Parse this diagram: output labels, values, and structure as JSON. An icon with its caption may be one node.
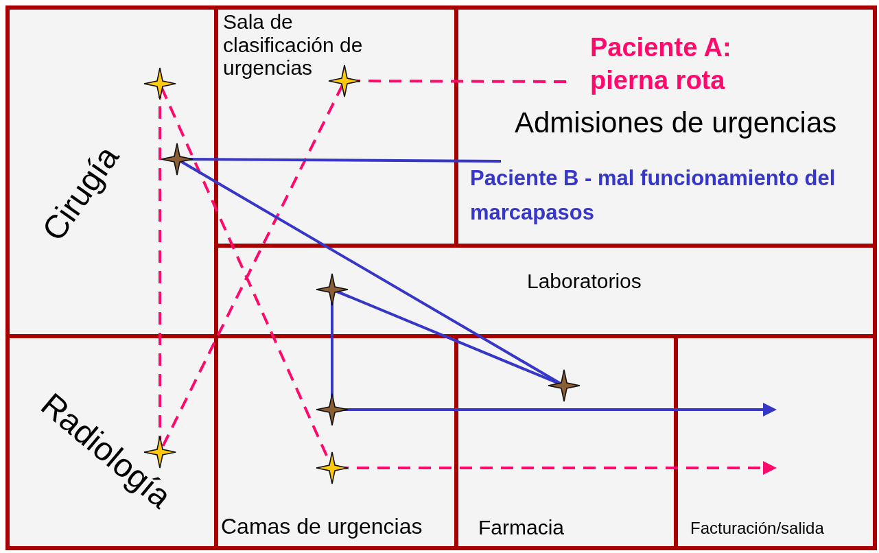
{
  "diagram": {
    "nodes": [
      {
        "text": [
          "Cirugía"
        ]
      },
      {
        "text": [
          "Sala de clasificación de urgencias"
        ]
      },
      {
        "text": [
          "Admisiones de urgencias"
        ]
      },
      {
        "text": [
          "Laboratorios"
        ]
      },
      {
        "text": [
          "Radiología"
        ]
      },
      {
        "text": [
          "Camas de urgencias"
        ]
      },
      {
        "text": [
          "Farmacia"
        ]
      },
      {
        "text": [
          "Facturación/salida"
        ]
      },
      {
        "text": [
          "Paciente A: pierna rota"
        ],
        "in": 2
      },
      {
        "text": [
          "Paciente B - mal funcionamiento del marcapasos"
        ],
        "in": 2
      },
      {
        "text": [],
        "shape": "star",
        "in": 0
      },
      {
        "text": [],
        "shape": "star",
        "in": 0
      },
      {
        "text": [],
        "shape": "star",
        "in": 1
      },
      {
        "text": [],
        "shape": "star",
        "in": 3
      },
      {
        "text": [],
        "shape": "star",
        "in": 6
      },
      {
        "text": [],
        "shape": "star",
        "in": 5
      },
      {
        "text": [],
        "shape": "star",
        "in": 4
      },
      {
        "text": [],
        "shape": "star",
        "in": 5
      }
    ],
    "edges": [
      {
        "from": 8,
        "to": 12,
        "arrow": "none",
        "style": "dashed",
        "color": "#ff0a6c"
      },
      {
        "from": 12,
        "to": 16,
        "arrow": "none",
        "style": "dashed",
        "color": "#ff0a6c"
      },
      {
        "from": 16,
        "to": 10,
        "arrow": "none",
        "style": "dashed",
        "color": "#ff0a6c"
      },
      {
        "from": 10,
        "to": 17,
        "arrow": "none",
        "style": "dashed",
        "color": "#ff0a6c"
      },
      {
        "from": 17,
        "to": 7,
        "arrow": "to",
        "style": "dashed",
        "color": "#ff0a6c"
      },
      {
        "from": 9,
        "to": 11,
        "arrow": "none",
        "color": "#3636c8"
      },
      {
        "from": 11,
        "to": 14,
        "arrow": "none",
        "color": "#3636c8"
      },
      {
        "from": 14,
        "to": 13,
        "arrow": "none",
        "color": "#3636c8"
      },
      {
        "from": 13,
        "to": 15,
        "arrow": "none",
        "color": "#3636c8"
      },
      {
        "from": 15,
        "to": 7,
        "arrow": "to",
        "color": "#3636c8"
      }
    ]
  }
}
